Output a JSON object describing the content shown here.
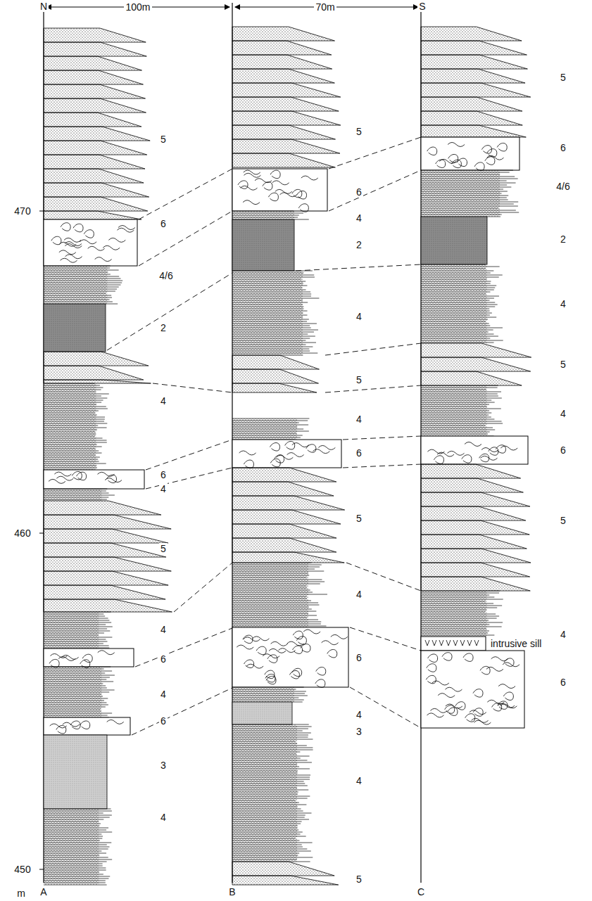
{
  "diagram": {
    "labels": [
      "N",
      "100m",
      "70m",
      "S",
      "5",
      "6",
      "4/6",
      "2",
      "4",
      "6",
      "4",
      "5",
      "4",
      "6",
      "4",
      "6",
      "3",
      "4",
      "5",
      "6",
      "4",
      "2",
      "4",
      "5",
      "4",
      "6",
      "5",
      "4",
      "6",
      "4",
      "3",
      "4",
      "5",
      "5",
      "6",
      "4/6",
      "2",
      "4",
      "5",
      "4",
      "6",
      "5",
      "4",
      "6",
      "intrusive sill",
      "470",
      "460",
      "450",
      "m",
      "A",
      "B",
      "C"
    ]
  }
}
